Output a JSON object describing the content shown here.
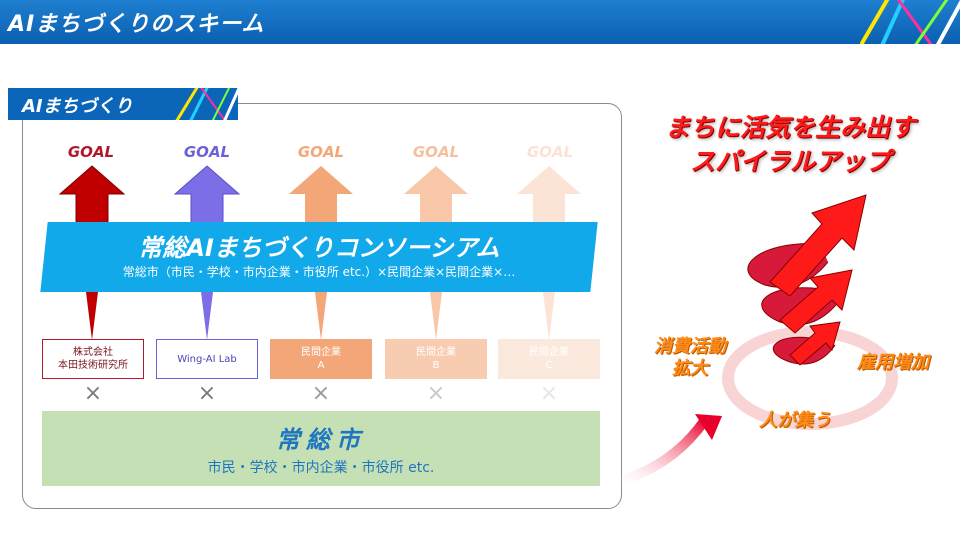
{
  "header": {
    "title": "AIまちづくりのスキーム"
  },
  "section": {
    "label": "AIまちづくり"
  },
  "goals": [
    {
      "label": "GOAL",
      "color": "#b2182b",
      "opacity": 1.0
    },
    {
      "label": "GOAL",
      "color": "#6b62d8",
      "opacity": 1.0
    },
    {
      "label": "GOAL",
      "color": "#f3a778",
      "opacity": 1.0
    },
    {
      "label": "GOAL",
      "color": "#f6bf9c",
      "opacity": 0.8
    },
    {
      "label": "GOAL",
      "color": "#f8ccb0",
      "opacity": 0.4
    }
  ],
  "consortium": {
    "title": "常総AIまちづくりコンソーシアム",
    "subtitle": "常総市（市民・学校・市内企業・市役所 etc.）×民間企業×民間企業×…"
  },
  "entities": [
    {
      "line1": "株式会社",
      "line2": "本田技術研究所"
    },
    {
      "line1": "Wing-AI Lab",
      "line2": ""
    },
    {
      "line1": "民間企業",
      "line2": "A"
    },
    {
      "line1": "民間企業",
      "line2": "B"
    },
    {
      "line1": "民間企業",
      "line2": "C"
    }
  ],
  "cross_symbol": "×",
  "city": {
    "name": "常総市",
    "members": "市民・学校・市内企業・市役所 etc."
  },
  "spiral": {
    "title_line1": "まちに活気を生み出す",
    "title_line2": "スパイラルアップ",
    "cycle": [
      {
        "line1": "消費活動",
        "line2": "拡大"
      },
      {
        "line1": "雇用増加",
        "line2": ""
      },
      {
        "line1": "人が集う",
        "line2": ""
      }
    ]
  },
  "colors": {
    "header_blue": "#0b5fb0",
    "consortium_blue": "#11a9ea",
    "city_green": "#c5e0b4",
    "spiral_red": "#ff1a1a",
    "cycle_orange": "#ff8c1a"
  }
}
